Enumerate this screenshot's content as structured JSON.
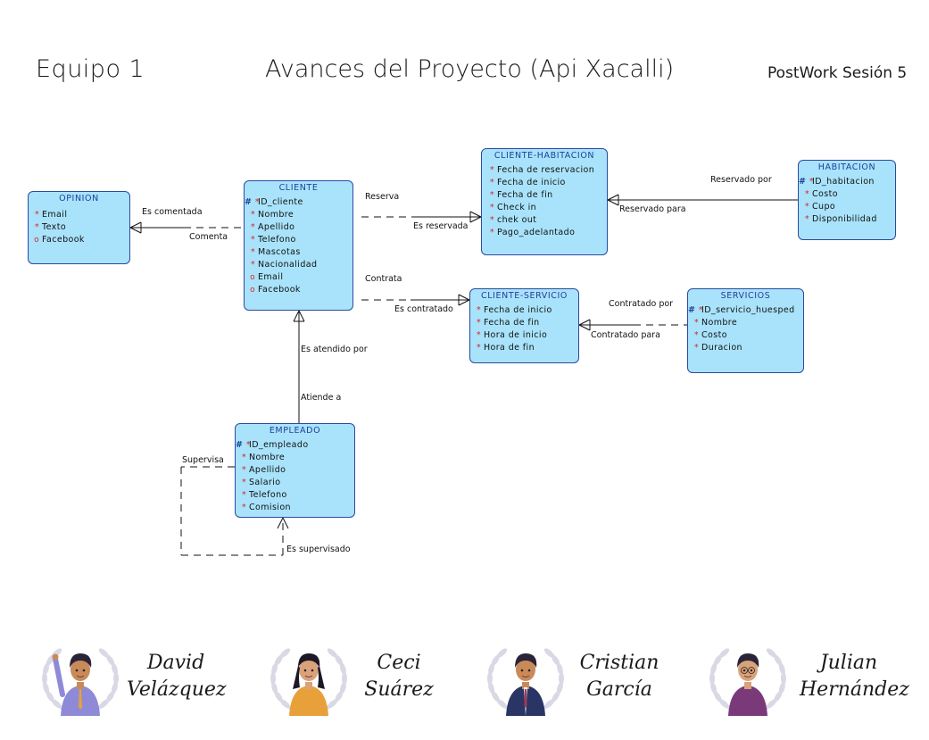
{
  "header": {
    "team": "Equipo 1",
    "title": "Avances del Proyecto (Api Xacalli)",
    "session": "PostWork Sesión 5"
  },
  "entities": {
    "opinion": {
      "name": "OPINION",
      "attrs": [
        {
          "mark": "*",
          "text": "Email"
        },
        {
          "mark": "*",
          "text": "Texto"
        },
        {
          "mark": "o",
          "text": "Facebook"
        }
      ]
    },
    "cliente": {
      "name": "CLIENTE",
      "attrs": [
        {
          "mark": "#*",
          "text": "ID_cliente"
        },
        {
          "mark": "*",
          "text": "Nombre"
        },
        {
          "mark": "*",
          "text": "Apellido"
        },
        {
          "mark": "*",
          "text": "Telefono"
        },
        {
          "mark": "*",
          "text": "Mascotas"
        },
        {
          "mark": "*",
          "text": "Nacionalidad"
        },
        {
          "mark": "o",
          "text": "Email"
        },
        {
          "mark": "o",
          "text": "Facebook"
        }
      ]
    },
    "cliente_habitacion": {
      "name": "CLIENTE-HABITACION",
      "attrs": [
        {
          "mark": "*",
          "text": "Fecha de reservacion"
        },
        {
          "mark": "*",
          "text": "Fecha de inicio"
        },
        {
          "mark": "*",
          "text": "Fecha de fin"
        },
        {
          "mark": "*",
          "text": "Check in"
        },
        {
          "mark": "*",
          "text": "chek out"
        },
        {
          "mark": "*",
          "text": "Pago_adelantado"
        }
      ]
    },
    "habitacion": {
      "name": "HABITACION",
      "attrs": [
        {
          "mark": "#*",
          "text": "ID_habitacion"
        },
        {
          "mark": "*",
          "text": "Costo"
        },
        {
          "mark": "*",
          "text": "Cupo"
        },
        {
          "mark": "*",
          "text": "Disponibilidad"
        }
      ]
    },
    "cliente_servicio": {
      "name": "CLIENTE-SERVICIO",
      "attrs": [
        {
          "mark": "*",
          "text": "Fecha de inicio"
        },
        {
          "mark": "*",
          "text": "Fecha de fin"
        },
        {
          "mark": "*",
          "text": "Hora de inicio"
        },
        {
          "mark": "*",
          "text": "Hora de fin"
        }
      ]
    },
    "servicios": {
      "name": "SERVICIOS",
      "attrs": [
        {
          "mark": "#*",
          "text": "ID_servicio_huesped"
        },
        {
          "mark": "*",
          "text": "Nombre"
        },
        {
          "mark": "*",
          "text": "Costo"
        },
        {
          "mark": "*",
          "text": "Duracion"
        }
      ]
    },
    "empleado": {
      "name": "EMPLEADO",
      "attrs": [
        {
          "mark": "#*",
          "text": "ID_empleado"
        },
        {
          "mark": "*",
          "text": "Nombre"
        },
        {
          "mark": "*",
          "text": "Apellido"
        },
        {
          "mark": "*",
          "text": "Salario"
        },
        {
          "mark": "*",
          "text": "Telefono"
        },
        {
          "mark": "*",
          "text": "Comision"
        }
      ]
    }
  },
  "relationships": {
    "es_comentada": "Es comentada",
    "comenta": "Comenta",
    "reserva": "Reserva",
    "es_reservada": "Es reservada",
    "reservado_por": "Reservado por",
    "reservado_para": "Reservado para",
    "contrata": "Contrata",
    "es_contratado": "Es contratado",
    "contratado_por": "Contratado por",
    "contratado_para": "Contratado para",
    "es_atendido_por": "Es atendido por",
    "atiende_a": "Atiende a",
    "supervisa": "Supervisa",
    "es_supervisado": "Es supervisado"
  },
  "team_members": [
    {
      "first": "David",
      "last": "Velázquez",
      "shirt": "#8f8ad8",
      "skin": "#c98a5a",
      "hair": "#2b2438"
    },
    {
      "first": "Ceci",
      "last": "Suárez",
      "shirt": "#e8a13a",
      "skin": "#d9a27a",
      "hair": "#1d1726"
    },
    {
      "first": "Cristian",
      "last": "García",
      "shirt": "#2a3566",
      "skin": "#c98a5a",
      "hair": "#2b2438"
    },
    {
      "first": "Julian",
      "last": "Hernández",
      "shirt": "#7a3a7a",
      "skin": "#d9a27a",
      "hair": "#2b2438"
    }
  ],
  "colors": {
    "entity_fill": "#a9e3fb",
    "entity_border": "#2b4aa0",
    "entity_title": "#1f3f9a",
    "required_mark": "#d12a2a"
  }
}
